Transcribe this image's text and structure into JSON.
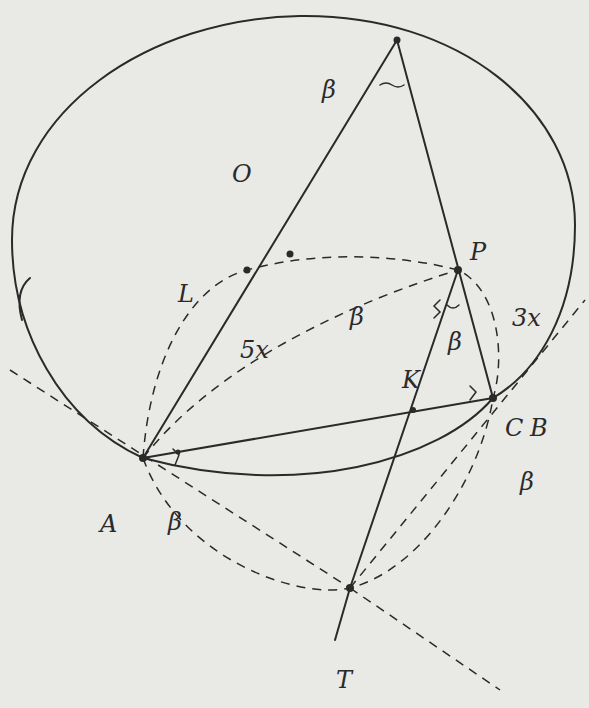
{
  "diagram": {
    "labels": [
      "β",
      "O",
      "L",
      "P",
      "β",
      "3x",
      "β",
      "5x",
      "K",
      "C",
      "B",
      "β",
      "A",
      "β",
      "T"
    ]
  }
}
